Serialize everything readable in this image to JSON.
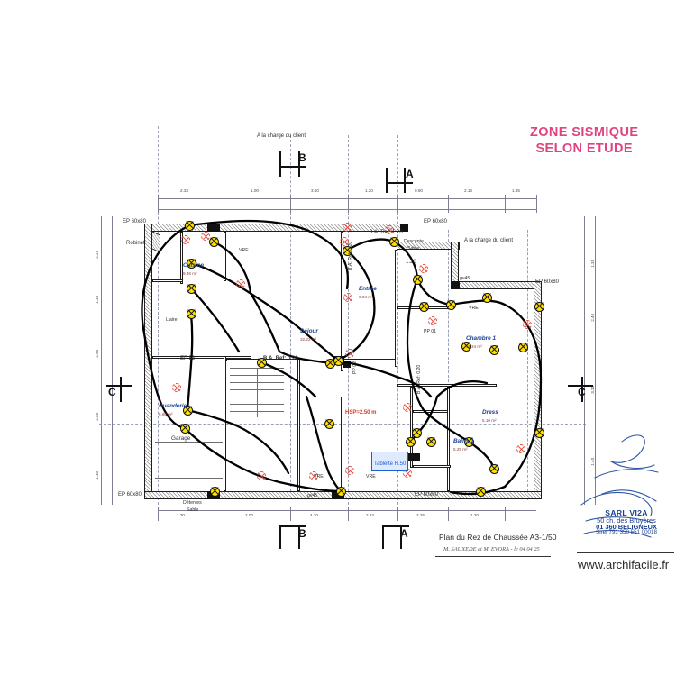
{
  "header": {
    "zone_line1": "ZONE SISMIQUE",
    "zone_line2": "SELON ETUDE",
    "zone_color": "#e0447f"
  },
  "title_block": {
    "plan_title": "Plan du Rez de Chaussée A3-1/50",
    "plan_subtitle": "M. SAUXEDE et M. EVORA - le 04 04 25"
  },
  "stamp": {
    "company": "SARL VI2A",
    "address": "50 ch. des Bruyères",
    "city": "01 360 BELIGNEUX",
    "siret": "Siret 791 350 551 00018",
    "website": "www.archifacile.fr"
  },
  "rooms": [
    {
      "name": "Cuisine",
      "area": "9.46 m²"
    },
    {
      "name": "Séjour",
      "area": "32.22 m²"
    },
    {
      "name": "Entrée",
      "area": "6.04 m²"
    },
    {
      "name": "Buanderie",
      "area": "6.60 m²"
    },
    {
      "name": "Garage",
      "area": ""
    },
    {
      "name": "Chambre 1",
      "area": "11.34 m²"
    },
    {
      "name": "Bains 1",
      "area": "5.25 m²"
    },
    {
      "name": "Dress",
      "area": "5.10 m²"
    },
    {
      "name": "L'aire",
      "area": ""
    }
  ],
  "annotations": {
    "charge_client_top": "A la charge du client",
    "charge_client_right": "A la charge du client",
    "ep_top_left": "EP 60x80",
    "ep_top_right": "EP 60x80",
    "ep_right": "EP 60x80",
    "ep_bottom_left": "EP 60x80",
    "ep_bottom_right": "EP 60x80",
    "robinet": "Robinet",
    "descente_eaux": "Descente",
    "sable": "Sable",
    "descente_eaux_bottom": "Détentes",
    "sable_bottom": "Sable",
    "ref_120_top": "3.A. Ref: 1.20",
    "ref_120_mid": "1.20",
    "hsp": "HSP=2.50 m",
    "ba_ref": "B.A. Ref: 0.20",
    "ba_ref_right": "B.A. Ref: 0.20",
    "tablette": "Tablette H.50",
    "ep53": "EP 53",
    "pp01": "PP 01",
    "pp02": "PP 02",
    "vre_1": "VRE",
    "vre_2": "VRE",
    "vre_3": "VRE",
    "vre_4": "VRE",
    "gv45_1": "gv45",
    "gv45_2": "gv45",
    "ba_ref_col": "B.A. Ref: 0.20"
  },
  "section_markers": [
    {
      "label": "B",
      "position": "top-left"
    },
    {
      "label": "A",
      "position": "top-right"
    },
    {
      "label": "C",
      "position": "left"
    },
    {
      "label": "C",
      "position": "right"
    },
    {
      "label": "B",
      "position": "bottom-left"
    },
    {
      "label": "A",
      "position": "bottom-right"
    }
  ],
  "dimensions": {
    "top": [
      "2.33",
      "1.00",
      "3.60",
      "1.20",
      "0.90",
      "2.13",
      "1.35"
    ],
    "bottom": [
      "1.30",
      "2.00",
      "4.20",
      "2.23",
      "2.25",
      "1.20"
    ],
    "left": [
      "2.25",
      "1.35",
      "2.95",
      "2.55",
      "1.30"
    ],
    "right": [
      "1.35",
      "2.40",
      "3.30",
      "1.40"
    ]
  },
  "legend": {
    "symbol_yellow": "spot-symbol",
    "symbol_red": "projected-symbol"
  }
}
